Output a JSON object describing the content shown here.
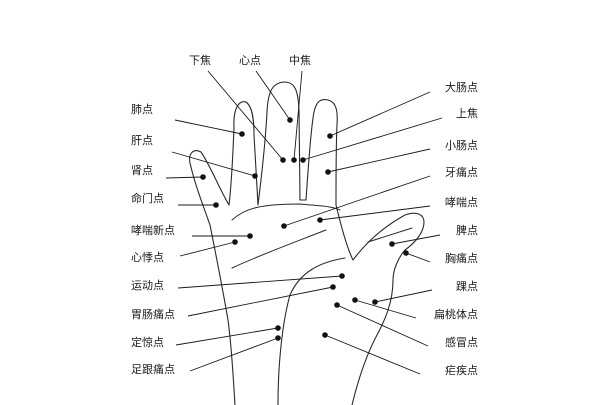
{
  "points": [
    {
      "id": "xiajiao",
      "label": "下焦"
    },
    {
      "id": "xin",
      "label": "心点"
    },
    {
      "id": "zhongjiao",
      "label": "中焦"
    },
    {
      "id": "dachang",
      "label": "大肠点"
    },
    {
      "id": "fei",
      "label": "肺点"
    },
    {
      "id": "shangjiao",
      "label": "上焦"
    },
    {
      "id": "gan",
      "label": "肝点"
    },
    {
      "id": "xiaochang",
      "label": "小肠点"
    },
    {
      "id": "shen",
      "label": "肾点"
    },
    {
      "id": "yatong",
      "label": "牙痛点"
    },
    {
      "id": "mingmen",
      "label": "命门点"
    },
    {
      "id": "xiaochuan",
      "label": "哮喘点"
    },
    {
      "id": "xiaochuanxin",
      "label": "哮喘新点"
    },
    {
      "id": "pi",
      "label": "脾点"
    },
    {
      "id": "xinji",
      "label": "心悸点"
    },
    {
      "id": "xiongtong",
      "label": "胸痛点"
    },
    {
      "id": "yundong",
      "label": "运动点"
    },
    {
      "id": "huai",
      "label": "踝点"
    },
    {
      "id": "weichang",
      "label": "胃肠痛点"
    },
    {
      "id": "biantaoti",
      "label": "扁桃体点"
    },
    {
      "id": "dingjing",
      "label": "定惊点"
    },
    {
      "id": "ganmao",
      "label": "感冒点"
    },
    {
      "id": "zugen",
      "label": "足跟痛点"
    },
    {
      "id": "nueji",
      "label": "疟疾点"
    }
  ]
}
